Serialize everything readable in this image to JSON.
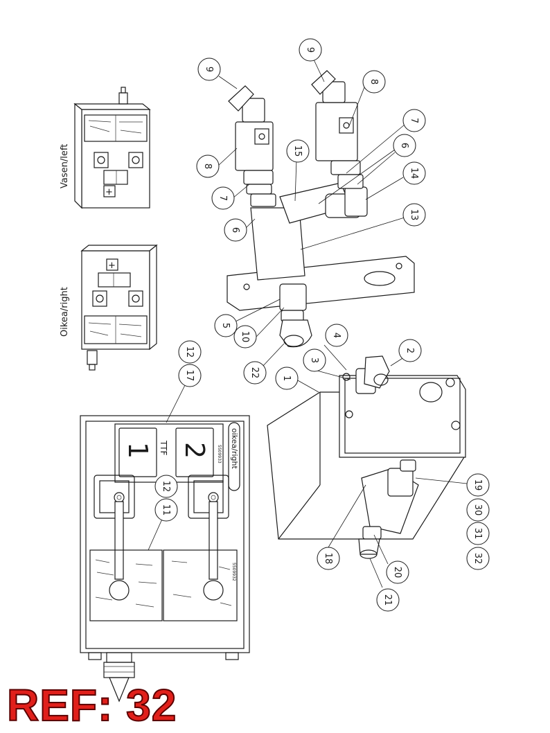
{
  "ref_label": "REF: 32",
  "view_labels": {
    "left": "Vasen/left",
    "right": "Oikea/right"
  },
  "panel": {
    "button_1": "1",
    "button_2": "2",
    "ttf": "TTF",
    "side_label": "oikea/right",
    "part_code": "5509933",
    "part_code_2": "5509932"
  },
  "callouts": [
    "1",
    "2",
    "3",
    "4",
    "5",
    "6",
    "7",
    "8",
    "9",
    "10",
    "11",
    "12",
    "13",
    "14",
    "15",
    "17",
    "18",
    "19",
    "20",
    "21",
    "22",
    "30",
    "31",
    "32"
  ]
}
